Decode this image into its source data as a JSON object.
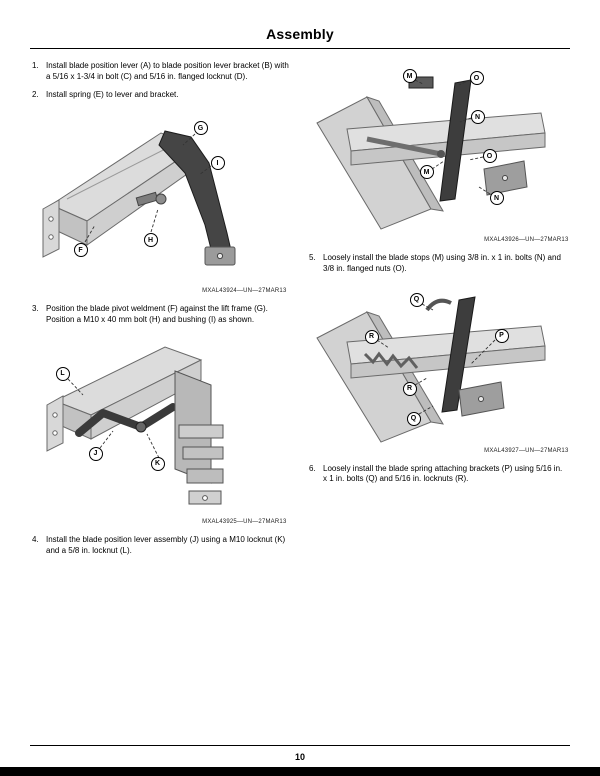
{
  "page": {
    "title": "Assembly",
    "page_number": "10"
  },
  "steps": [
    {
      "num": "1.",
      "text": "Install blade position lever (A) to blade position lever bracket (B) with a 5/16 x 1-3/4 in bolt (C) and 5/16 in. flanged locknut (D)."
    },
    {
      "num": "2.",
      "text": "Install spring (E) to lever and bracket."
    },
    {
      "num": "3.",
      "text": "Position the blade pivot weldment (F) against the lift frame (G). Position a M10 x 40 mm bolt (H) and bushing (I) as shown."
    },
    {
      "num": "4.",
      "text": "Install the blade position lever assembly (J) using a M10 locknut (K) and a 5/8 in. locknut (L)."
    },
    {
      "num": "5.",
      "text": "Loosely install the blade stops (M) using 3/8 in. x 1 in. bolts (N) and 3/8 in. flanged nuts (O)."
    },
    {
      "num": "6.",
      "text": "Loosely install the blade spring attaching brackets (P) using 5/16 in. x 1 in. bolts (Q) and 5/16 in. locknuts (R)."
    }
  ],
  "figures": [
    {
      "caption": "MXAL43924—UN—27MAR13",
      "callouts": [
        "G",
        "I",
        "H",
        "F"
      ]
    },
    {
      "caption": "MXAL43925—UN—27MAR13",
      "callouts": [
        "L",
        "J",
        "K"
      ]
    },
    {
      "caption": "MXAL43926—UN—27MAR13",
      "callouts": [
        "M",
        "O",
        "N",
        "O",
        "M",
        "N"
      ]
    },
    {
      "caption": "MXAL43927—UN—27MAR13",
      "callouts": [
        "Q",
        "R",
        "P",
        "R",
        "Q"
      ]
    }
  ]
}
